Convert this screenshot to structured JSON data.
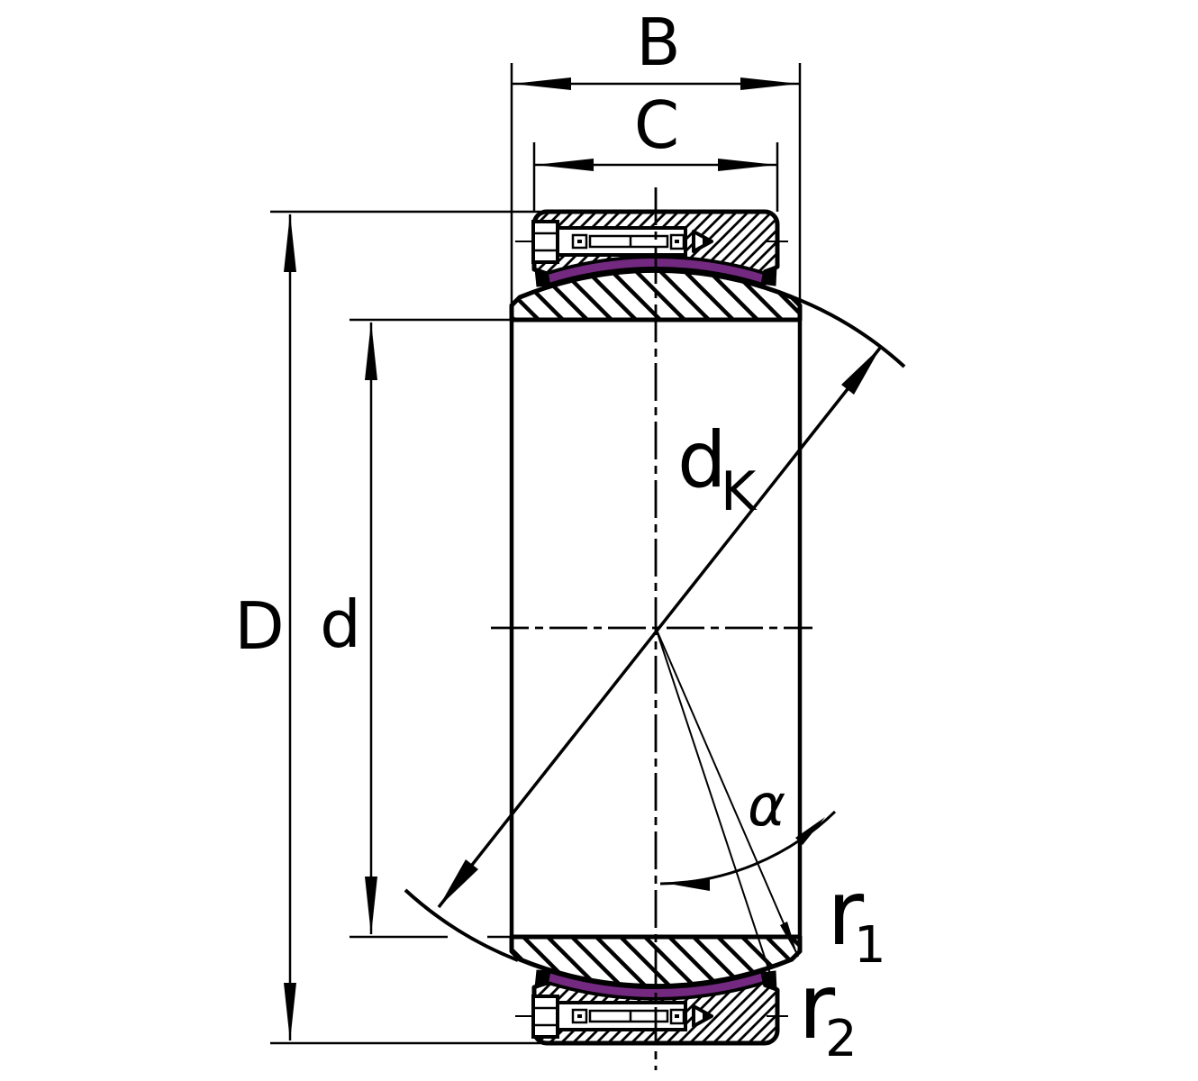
{
  "drawing": {
    "kind": "radial-spherical-plain-bearing-dimension-drawing",
    "labels": {
      "b": "B",
      "c": "C",
      "outer_diameter": "D",
      "bore_diameter": "d",
      "dk_base": "d",
      "dk_sub": "K",
      "alpha": "α",
      "r1_base": "r",
      "r1_sub": "1",
      "r2_base": "r",
      "r2_sub": "2"
    },
    "colors": {
      "line": "#000000",
      "liner": "#72297f",
      "background": "#ffffff"
    }
  }
}
